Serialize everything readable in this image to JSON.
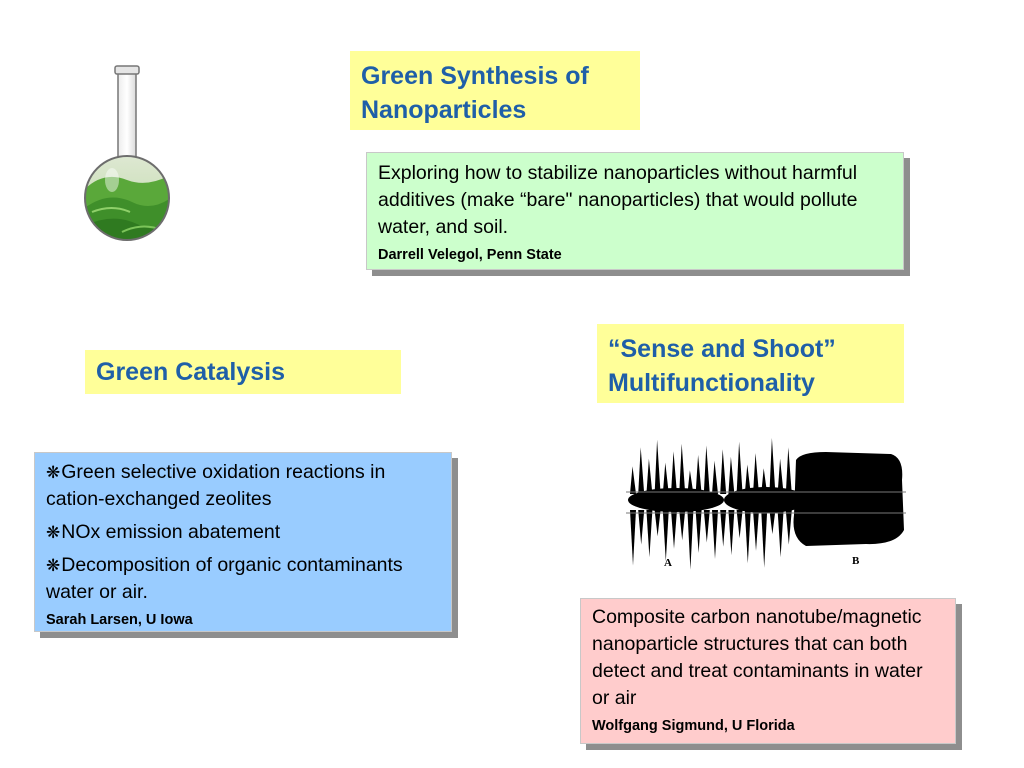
{
  "nano": {
    "title_line1": "Green Synthesis of",
    "title_line2": "Nanoparticles",
    "text": "Exploring how to stabilize nanoparticles without harmful additives (make “bare\" nanoparticles) that would pollute water, and soil.",
    "credit": "Darrell Velegol, Penn State"
  },
  "catalysis": {
    "title": "Green Catalysis",
    "bullets": [
      "Green selective oxidation reactions in cation-exchanged zeolites",
      "NOx emission abatement",
      "Decomposition of organic contaminants water or air."
    ],
    "bullet_symbol": "❋",
    "credit": "Sarah Larsen, U Iowa"
  },
  "sense": {
    "title_line1": "“Sense and Shoot”",
    "title_line2": "Multifunctionality",
    "figure_label_a": "A",
    "figure_label_b": "B",
    "text": "Composite carbon nanotube/magnetic nanoparticle structures that can both detect and treat contaminants in water or air",
    "credit": "Wolfgang Sigmund, U Florida"
  },
  "colors": {
    "title_bg": "#ffff99",
    "title_text": "#1f5fa8",
    "nano_card_bg": "#ccffcc",
    "catalysis_card_bg": "#99ccff",
    "sense_card_bg": "#ffcccc"
  },
  "images": {
    "flask": "flask-with-green-hills-icon",
    "micrograph": "nanotube-micrograph-diagram"
  }
}
